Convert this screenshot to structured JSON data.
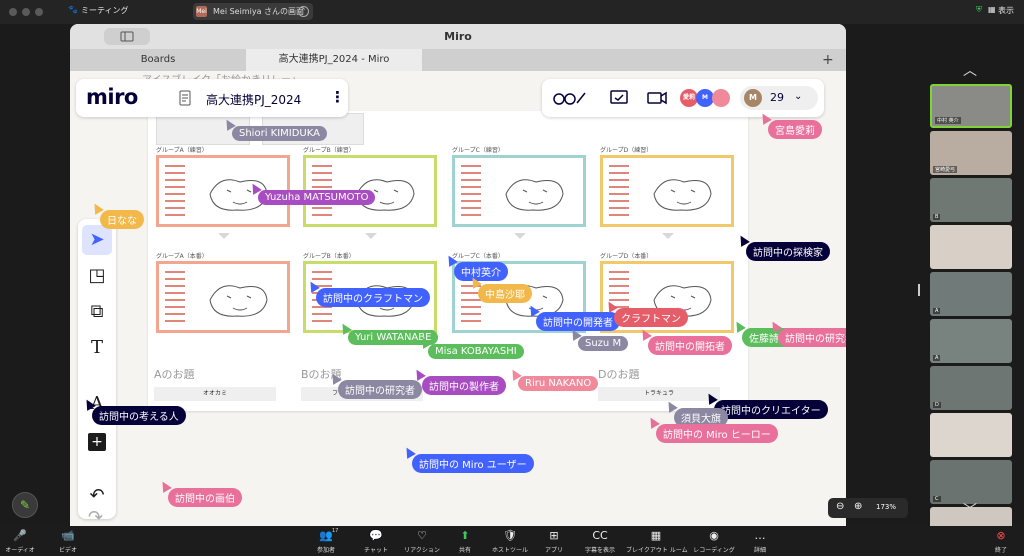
{
  "zoom": {
    "meeting_label": "ミーティング",
    "share_initials": "Mei",
    "share_label": "Mei Seimiya さんの画面",
    "view_label": "表示",
    "end_label": "終了",
    "participant_count": "17",
    "bottom_left": [
      {
        "icon": "🎤",
        "label": "オーディオ"
      },
      {
        "icon": "📹",
        "label": "ビデオ"
      }
    ],
    "toolbar": [
      {
        "icon": "👥",
        "label": "参加者"
      },
      {
        "icon": "💬",
        "label": "チャット"
      },
      {
        "icon": "♡",
        "label": "リアクション"
      },
      {
        "icon": "⬆",
        "label": "共有"
      },
      {
        "icon": "🛡",
        "label": "ホストツール"
      },
      {
        "icon": "⊞",
        "label": "アプリ"
      },
      {
        "icon": "CC",
        "label": "字幕を表示"
      },
      {
        "icon": "▦",
        "label": "ブレイクアウト ルーム"
      },
      {
        "icon": "◉",
        "label": "レコーディング"
      },
      {
        "icon": "…",
        "label": "詳細"
      }
    ]
  },
  "window": {
    "title": "Miro",
    "tabs": [
      "Boards",
      "高大連携PJ_2024 - Miro"
    ],
    "plus": "+"
  },
  "miro": {
    "logo": "miro",
    "board_name": "高大連携PJ_2024",
    "board_top_text": "アイスブレイク「お絵かきリレー」",
    "avatar_initials": [
      "愛莉",
      "M",
      "M"
    ],
    "participant_count": "29",
    "zoom_level": "173%"
  },
  "board": {
    "groups_top": [
      "グループA（練習）",
      "グループB（練習）",
      "グループC（練習）",
      "グループD（練習）"
    ],
    "groups_bottom": [
      "グループA（本番）",
      "グループB（本番）",
      "グループC（本番）",
      "グループD（本番）"
    ],
    "odai": [
      "Aのお題",
      "Bのお題",
      "Dのお題"
    ],
    "answers": [
      "オオカミ",
      "フランケンシュタイン",
      "トラキュラ"
    ],
    "colors": [
      "#f4a58e",
      "#c8dc6a",
      "#9fd3d1",
      "#f2c96a"
    ]
  },
  "cursors": [
    {
      "name": "Shiori KIMIDUKA",
      "color": "#8c88a2"
    },
    {
      "name": "Yuzuha MATSUMOTO",
      "color": "#a84cc2"
    },
    {
      "name": "中村英介",
      "color": "#4262ff"
    },
    {
      "name": "中島沙耶",
      "color": "#f2b84a"
    },
    {
      "name": "訪問中のクラフトマン",
      "color": "#4262ff"
    },
    {
      "name": "訪問中の開発者",
      "color": "#4262ff"
    },
    {
      "name": "クラフトマン",
      "color": "#e65d6a"
    },
    {
      "name": "Yuri WATANABE",
      "color": "#5bbd5b"
    },
    {
      "name": "Suzu M",
      "color": "#8c88a2"
    },
    {
      "name": "訪問中の開拓者",
      "color": "#e8709a"
    },
    {
      "name": "Misa KOBAYASHI",
      "color": "#5bbd5b"
    },
    {
      "name": "訪問中の研究者",
      "color": "#8c88a2"
    },
    {
      "name": "訪問中の製作者",
      "color": "#a84cc2"
    },
    {
      "name": "Riru NAKANO",
      "color": "#f08a9a"
    },
    {
      "name": "訪問中の探検家",
      "color": "#050038"
    },
    {
      "name": "佐藤詩織",
      "color": "#5bbd5b"
    },
    {
      "name": "訪問中の研究者",
      "color": "#e8709a"
    },
    {
      "name": "訪問中のクリエイター",
      "color": "#050038"
    },
    {
      "name": "須貝大旗",
      "color": "#8c88a2"
    },
    {
      "name": "訪問中の Miro ヒーロー",
      "color": "#e8709a"
    },
    {
      "name": "訪問中の考える人",
      "color": "#050038"
    },
    {
      "name": "訪問中の Miro ユーザー",
      "color": "#4262ff"
    },
    {
      "name": "訪問中の画伯",
      "color": "#e8709a"
    },
    {
      "name": "宮島愛莉",
      "color": "#e8709a"
    },
    {
      "name": "日なな",
      "color": "#f2b84a"
    }
  ],
  "participants": [
    {
      "name": "中村 英介"
    },
    {
      "name": "宮崎愛弓"
    },
    {
      "name": "B"
    },
    {
      "name": ""
    },
    {
      "name": "A"
    },
    {
      "name": "A"
    },
    {
      "name": "D"
    },
    {
      "name": ""
    },
    {
      "name": "C"
    },
    {
      "name": ""
    }
  ]
}
